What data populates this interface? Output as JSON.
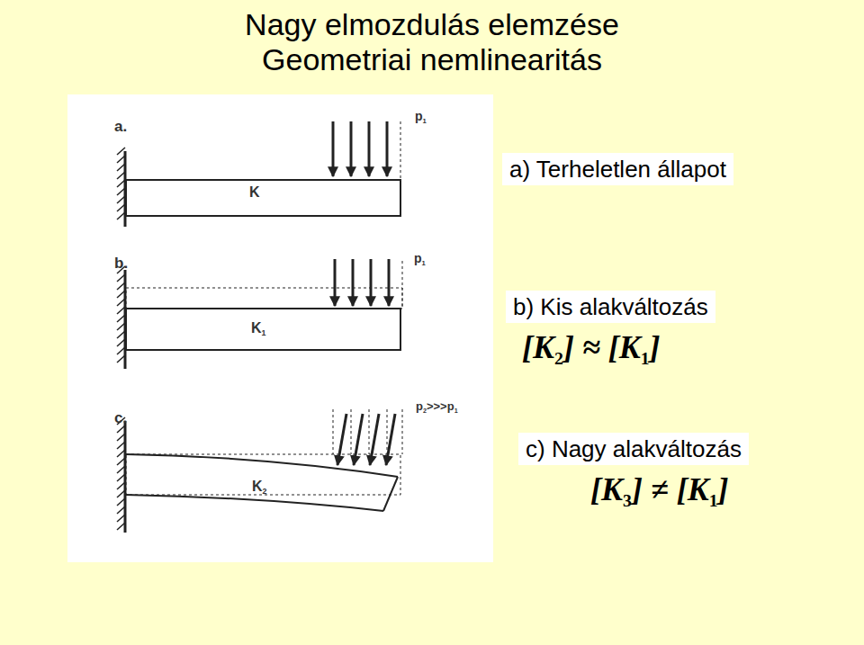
{
  "diagram": {
    "title": "Nagy elmozdulás elemzése Geometriai nemlinearitás",
    "nodes": [
      {
        "text": [
          "a) Terheletlen állapot"
        ]
      },
      {
        "text": [
          "b) Kis alakváltozás",
          "[K2] ≈ [K1]"
        ]
      },
      {
        "text": [
          "c) Nagy alakváltozás",
          "[K3] ≠ [K1]"
        ]
      }
    ],
    "labels": [
      "a.",
      "p1",
      "K",
      "b.",
      "p1",
      "K1",
      "c.",
      "p2>>>p1",
      "K2"
    ]
  }
}
